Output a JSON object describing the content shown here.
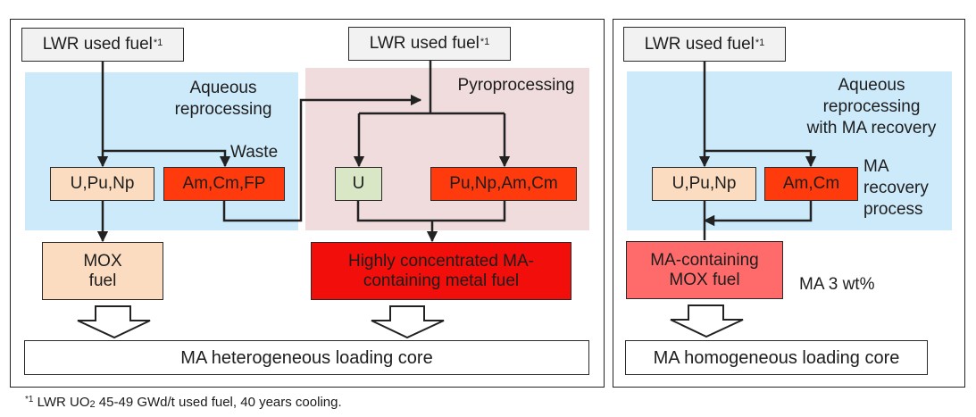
{
  "left_panel": {
    "aqueous": {
      "source": {
        "text": "LWR used fuel",
        "sup": "*1"
      },
      "region_label_line1": "Aqueous",
      "region_label_line2": "reprocessing",
      "waste_label": "Waste",
      "product_a": "U,Pu,Np",
      "product_b": "Am,Cm,FP",
      "fuel_line1": "MOX",
      "fuel_line2": "fuel"
    },
    "pyro": {
      "source": {
        "text": "LWR used fuel",
        "sup": "*1"
      },
      "region_label": "Pyroprocessing",
      "product_a": "U",
      "product_b": "Pu,Np,Am,Cm",
      "fuel_line1": "Highly concentrated MA-",
      "fuel_line2": "containing metal fuel"
    },
    "core": "MA heterogeneous loading core"
  },
  "right_panel": {
    "source": {
      "text": "LWR used fuel",
      "sup": "*1"
    },
    "region_label_line1": "Aqueous",
    "region_label_line2": "reprocessing",
    "region_label_line3": "with MA recovery",
    "process_label_line1": "MA",
    "process_label_line2": "recovery",
    "process_label_line3": "process",
    "product_a": "U,Pu,Np",
    "product_b": "Am,Cm",
    "fuel_line1": "MA-containing",
    "fuel_line2": "MOX fuel",
    "ma_content": "MA 3 wt%",
    "core": "MA homogeneous loading core"
  },
  "footnote": {
    "marker": "*1",
    "text_before_sub": "LWR UO",
    "sub": "2",
    "text_after_sub": " 45-49 GWd/t used fuel, 40 years cooling."
  },
  "colors": {
    "aqueous_region": "#cdeafb",
    "pyro_region": "#f0dcdc",
    "source_box": "#f2f2f2",
    "uranium_plutonium_box": "#fbdcc0",
    "minor_actinide_box": "#ff3a0c",
    "uranium_box": "#d9e7c7",
    "metal_fuel_box": "#f20e0a",
    "ma_mox_box": "#ff6b6b"
  }
}
